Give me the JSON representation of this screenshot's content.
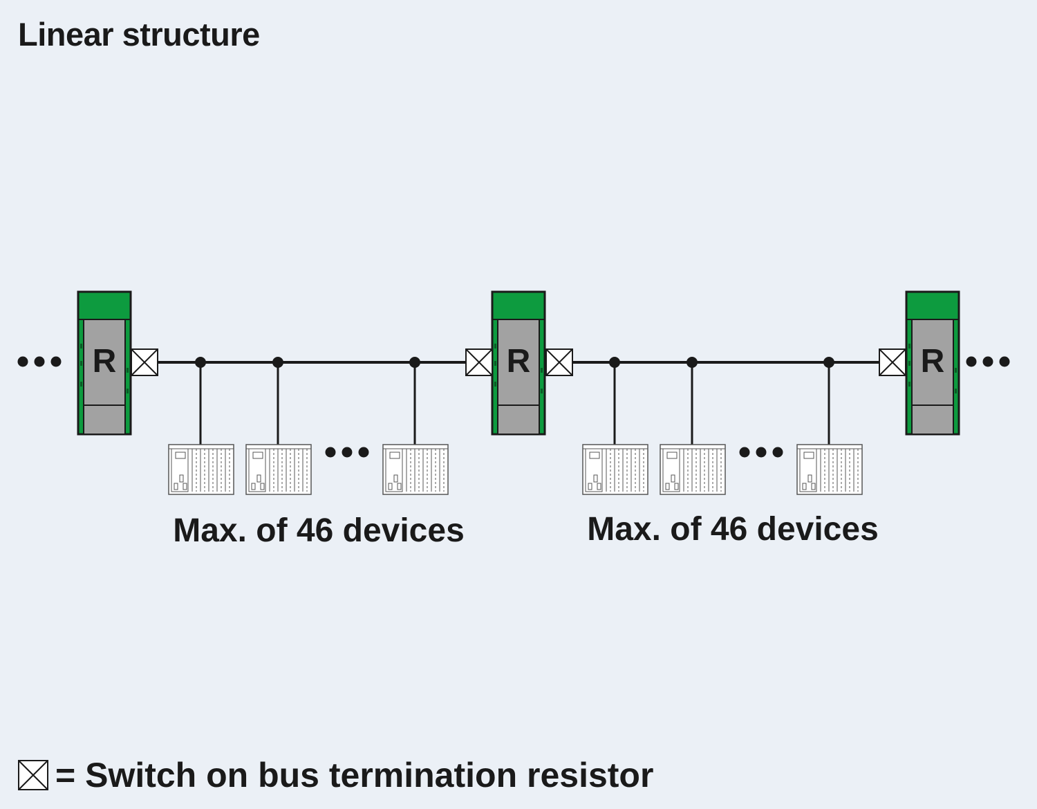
{
  "title": "Linear structure",
  "repeater_label": "R",
  "groups": [
    {
      "label": "Max. of 46 devices"
    },
    {
      "label": "Max. of 46 devices"
    }
  ],
  "legend": {
    "symbol": "bus-termination-switch-icon",
    "text": "= Switch on bus termination resistor"
  },
  "colors": {
    "background": "#ebf0f6",
    "repeater_green": "#0d9b3f",
    "repeater_body": "#a2a2a2",
    "line": "#1a1a1a"
  }
}
